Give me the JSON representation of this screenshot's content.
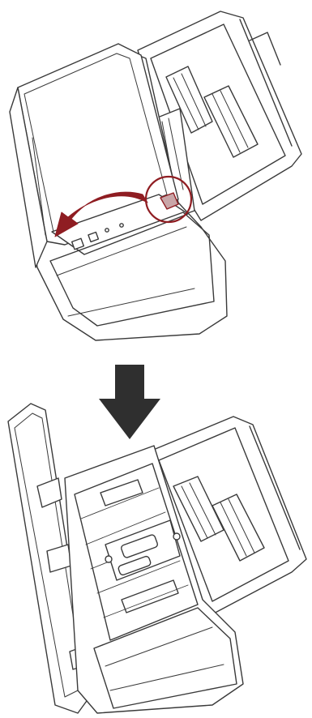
{
  "figure": {
    "steps": [
      {
        "subject": "scanner-closed",
        "action": "pull-cover-release-lever"
      },
      {
        "subject": "scanner-open",
        "action": "adf-cover-opened"
      }
    ],
    "colors": {
      "line": "#3a3a3a",
      "paper": "#ffffff",
      "accent": "#8f1d22",
      "arrow_fill": "#2f2f2f"
    },
    "icons": {
      "lever_highlight": "circle-highlight-icon",
      "pull_direction": "curved-arrow-icon",
      "step_transition": "down-arrow-icon"
    }
  }
}
